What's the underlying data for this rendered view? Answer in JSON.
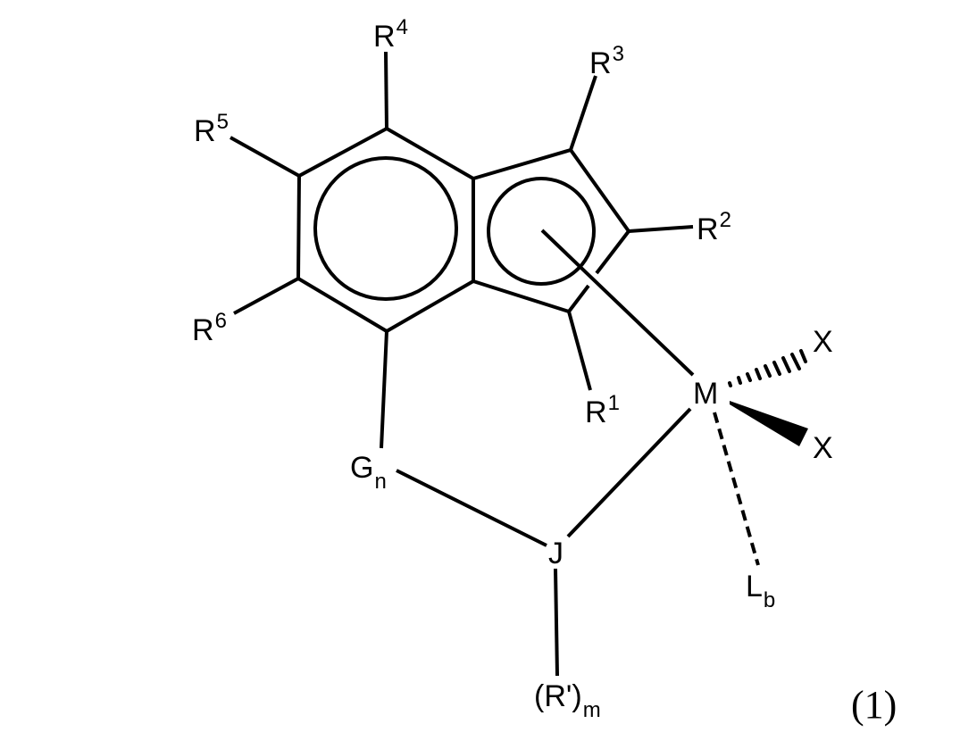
{
  "diagram": {
    "type": "chemical-structure",
    "description": "Constrained-geometry indenyl metal complex, formula (1)",
    "equation_number": "(1)",
    "labels": {
      "R4": {
        "base": "R",
        "sup": "4"
      },
      "R3": {
        "base": "R",
        "sup": "3"
      },
      "R5": {
        "base": "R",
        "sup": "5"
      },
      "R2": {
        "base": "R",
        "sup": "2"
      },
      "R6": {
        "base": "R",
        "sup": "6"
      },
      "R1": {
        "base": "R",
        "sup": "1"
      },
      "M": {
        "base": "M"
      },
      "X_hashed": {
        "base": "X"
      },
      "X_wedge": {
        "base": "X"
      },
      "Gn": {
        "base": "G",
        "sub": "n"
      },
      "J": {
        "base": "J"
      },
      "Lb": {
        "base": "L",
        "sub": "b"
      },
      "Rprime_m": {
        "base": "(R')",
        "sub": "m"
      }
    },
    "bonds": [
      "six-membered aromatic ring fused to five-membered ring (indenyl)",
      "indenyl centroid to M (eta-5)",
      "ring carbon to Gn",
      "Gn to J",
      "J to M",
      "J to (R')m",
      "M to X (hashed wedge)",
      "M to X (solid wedge)",
      "M to Lb (dashed)"
    ]
  }
}
